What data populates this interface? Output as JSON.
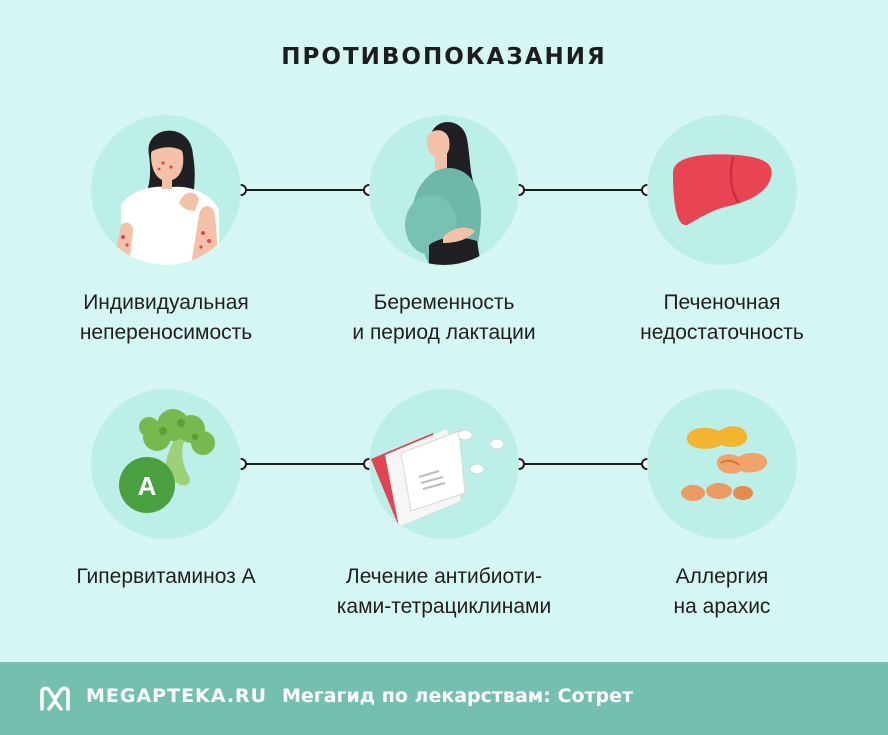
{
  "title": "ПРОТИВОПОКАЗАНИЯ",
  "items": [
    {
      "line1": "Индивидуальная",
      "line2": "непереносимость",
      "icon": "woman-allergy-icon"
    },
    {
      "line1": "Беременность",
      "line2": "и период лактации",
      "icon": "pregnant-woman-icon"
    },
    {
      "line1": "Печеночная",
      "line2": "недостаточность",
      "icon": "liver-icon"
    },
    {
      "line1": "Гипервитаминоз А",
      "line2": "",
      "icon": "broccoli-vitamin-a-icon"
    },
    {
      "line1": "Лечение антибиоти-",
      "line2": "ками-тетрациклинами",
      "icon": "pill-box-icon"
    },
    {
      "line1": "Аллергия",
      "line2": "на арахис",
      "icon": "peanut-icon"
    }
  ],
  "vitamin_badge": "A",
  "footer": {
    "brand": "MEGAPTEKA.RU",
    "tagline": "Мегагид по лекарствам: Сотрет"
  },
  "colors": {
    "background": "#d6f6f3",
    "circle": "#bcefe8",
    "footer": "#75bfb0"
  }
}
